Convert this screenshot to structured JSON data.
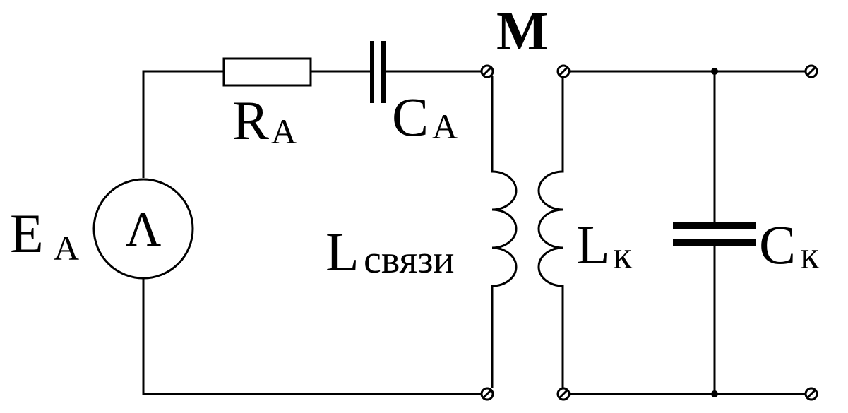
{
  "labels": {
    "mutual_inductance": "M",
    "resistor_main": "R",
    "resistor_sub": "A",
    "capacitor_a_main": "C",
    "capacitor_a_sub": "A",
    "source_main": "E",
    "source_sub": "A",
    "source_symbol": "Λ",
    "coupling_inductor_main": "L",
    "coupling_inductor_sub": "связи",
    "loop_inductor_main": "L",
    "loop_inductor_sub": "к",
    "loop_capacitor_main": "C",
    "loop_capacitor_sub": "к"
  }
}
